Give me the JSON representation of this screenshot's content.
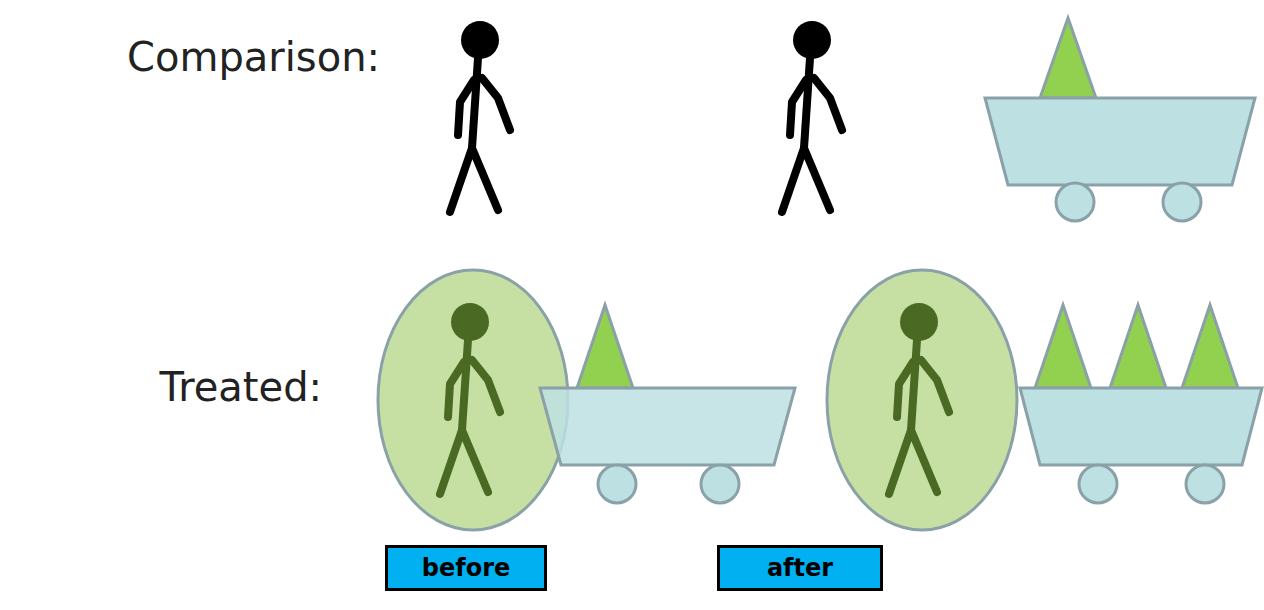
{
  "diagram": {
    "nodes": [
      {
        "text": [
          "before"
        ]
      },
      {
        "text": [
          "after"
        ]
      }
    ],
    "labels": [
      "Comparison:",
      "Treated:"
    ]
  }
}
